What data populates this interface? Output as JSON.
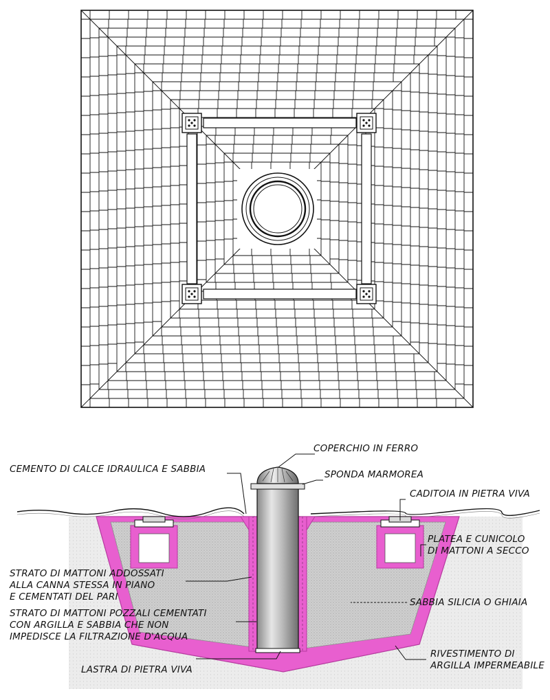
{
  "plan_view": {
    "pattern": "concentric square brick courses",
    "well_mouth": "circular",
    "corner_markers": 4
  },
  "section_view": {
    "labels": {
      "cover": "COPERCHIO IN FERRO",
      "lime_cement": "CEMENTO DI CALCE IDRAULICA E SABBIA",
      "marble_rim": "SPONDA MARMOREA",
      "stone_drain": "CADITOIA IN PIETRA VIVA",
      "platform_1": "PLATEA E CUNICOLO",
      "platform_2": "DI MATTONI A SECCO",
      "bricks_flat_1": "STRATO DI MATTONI ADDOSSATI",
      "bricks_flat_2": "ALLA CANNA STESSA IN PIANO",
      "bricks_flat_3": "E CEMENTATI DEL PARI",
      "sand": "SABBIA SILICIA O GHIAIA",
      "well_bricks_1": "STRATO DI MATTONI POZZALI CEMENTATI",
      "well_bricks_2": "CON ARGILLA E SABBIA CHE NON",
      "well_bricks_3": "IMPEDISCE LA FILTRAZIONE D'ACQUA",
      "clay_1": "RIVESTIMENTO DI",
      "clay_2": "ARGILLA IMPERMEABILE",
      "stone_slab": "LASTRA DI PIETRA VIVA"
    },
    "colors": {
      "clay": "#e85fcf",
      "clay_edge": "#b63a9f",
      "fill": "#c9c9c9",
      "ground": "#e8e8e8",
      "ink": "#111111"
    }
  }
}
